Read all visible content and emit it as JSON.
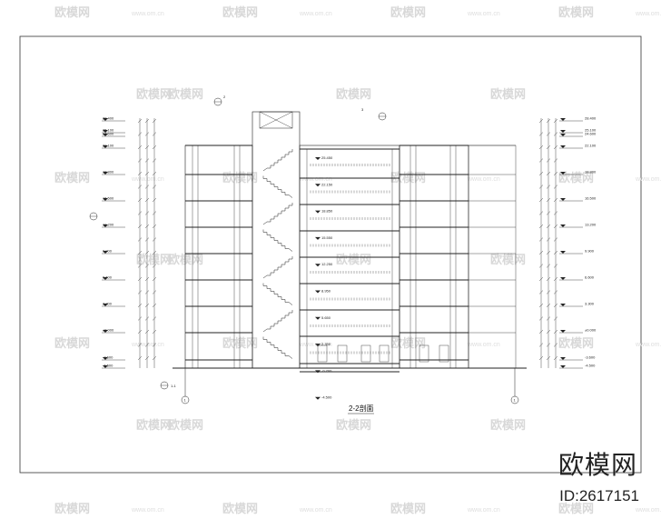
{
  "drawing": {
    "title": "2-2剖面",
    "left_levels": [
      "28.400",
      "25.100",
      "24.600",
      "22.100",
      "18.800",
      "16.500",
      "13.200",
      "9.900",
      "6.600",
      "3.300",
      "±0.000",
      "-3.600",
      "-4.500"
    ],
    "right_levels": [
      "28.400",
      "25.100",
      "24.600",
      "22.100",
      "18.800",
      "16.500",
      "13.200",
      "9.900",
      "6.600",
      "3.300",
      "±0.000",
      "-3.600",
      "-4.500"
    ],
    "corridor_levels": [
      "25.450",
      "22.150",
      "18.850",
      "15.550",
      "12.250",
      "8.950",
      "5.650",
      "2.350",
      "-0.700",
      "-4.500"
    ],
    "axis_left": "1",
    "axis_right": "1",
    "section_left": "1-1",
    "section_top": "2",
    "section_right": "3"
  },
  "watermark": {
    "text": "欧模网",
    "site": "www.om.cn",
    "id": "ID:2617151"
  }
}
